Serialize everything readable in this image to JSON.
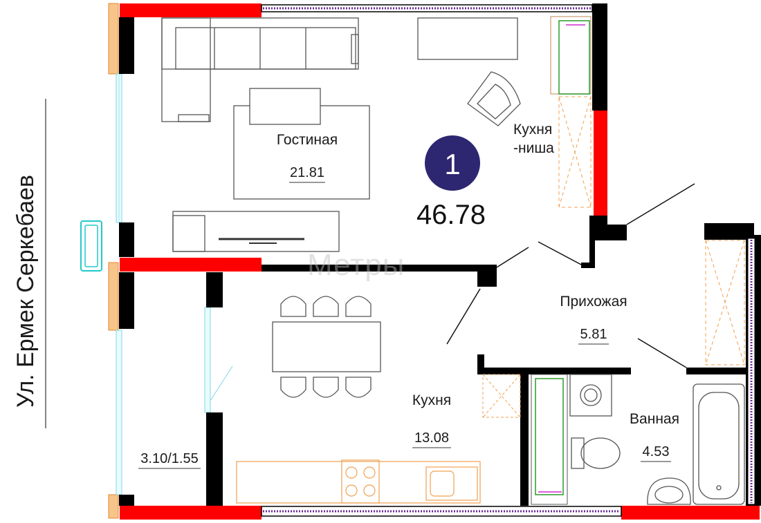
{
  "street": "Ул. Ермек Серкебаев",
  "apartment": {
    "rooms_badge": "1",
    "total_area": "46.78",
    "badge_color": "#2d2670"
  },
  "rooms": [
    {
      "name": "Гостиная",
      "area": "21.81"
    },
    {
      "name": "Кухня\n-ниша",
      "area": ""
    },
    {
      "name": "Прихожая",
      "area": "5.81"
    },
    {
      "name": "Кухня",
      "area": "13.08"
    },
    {
      "name": "Ванная",
      "area": "4.53"
    },
    {
      "name": "",
      "area": "3.10/1.55"
    }
  ],
  "labels": {
    "living": "Гостиная",
    "living_area": "21.81",
    "niche_line1": "Кухня",
    "niche_line2": "-ниша",
    "hall": "Прихожая",
    "hall_area": "5.81",
    "kitchen": "Кухня",
    "kitchen_area": "13.08",
    "bath": "Ванная",
    "bath_area": "4.53",
    "balcony_area": "3.10/1.55"
  },
  "watermark": "Метры",
  "colors": {
    "load_wall": "#ff0000",
    "wall": "#000000",
    "partition": "#6a2a9a",
    "window": "#9fe8f0",
    "insulation": "#f0a050",
    "ac_unit": "#22c8c8"
  }
}
